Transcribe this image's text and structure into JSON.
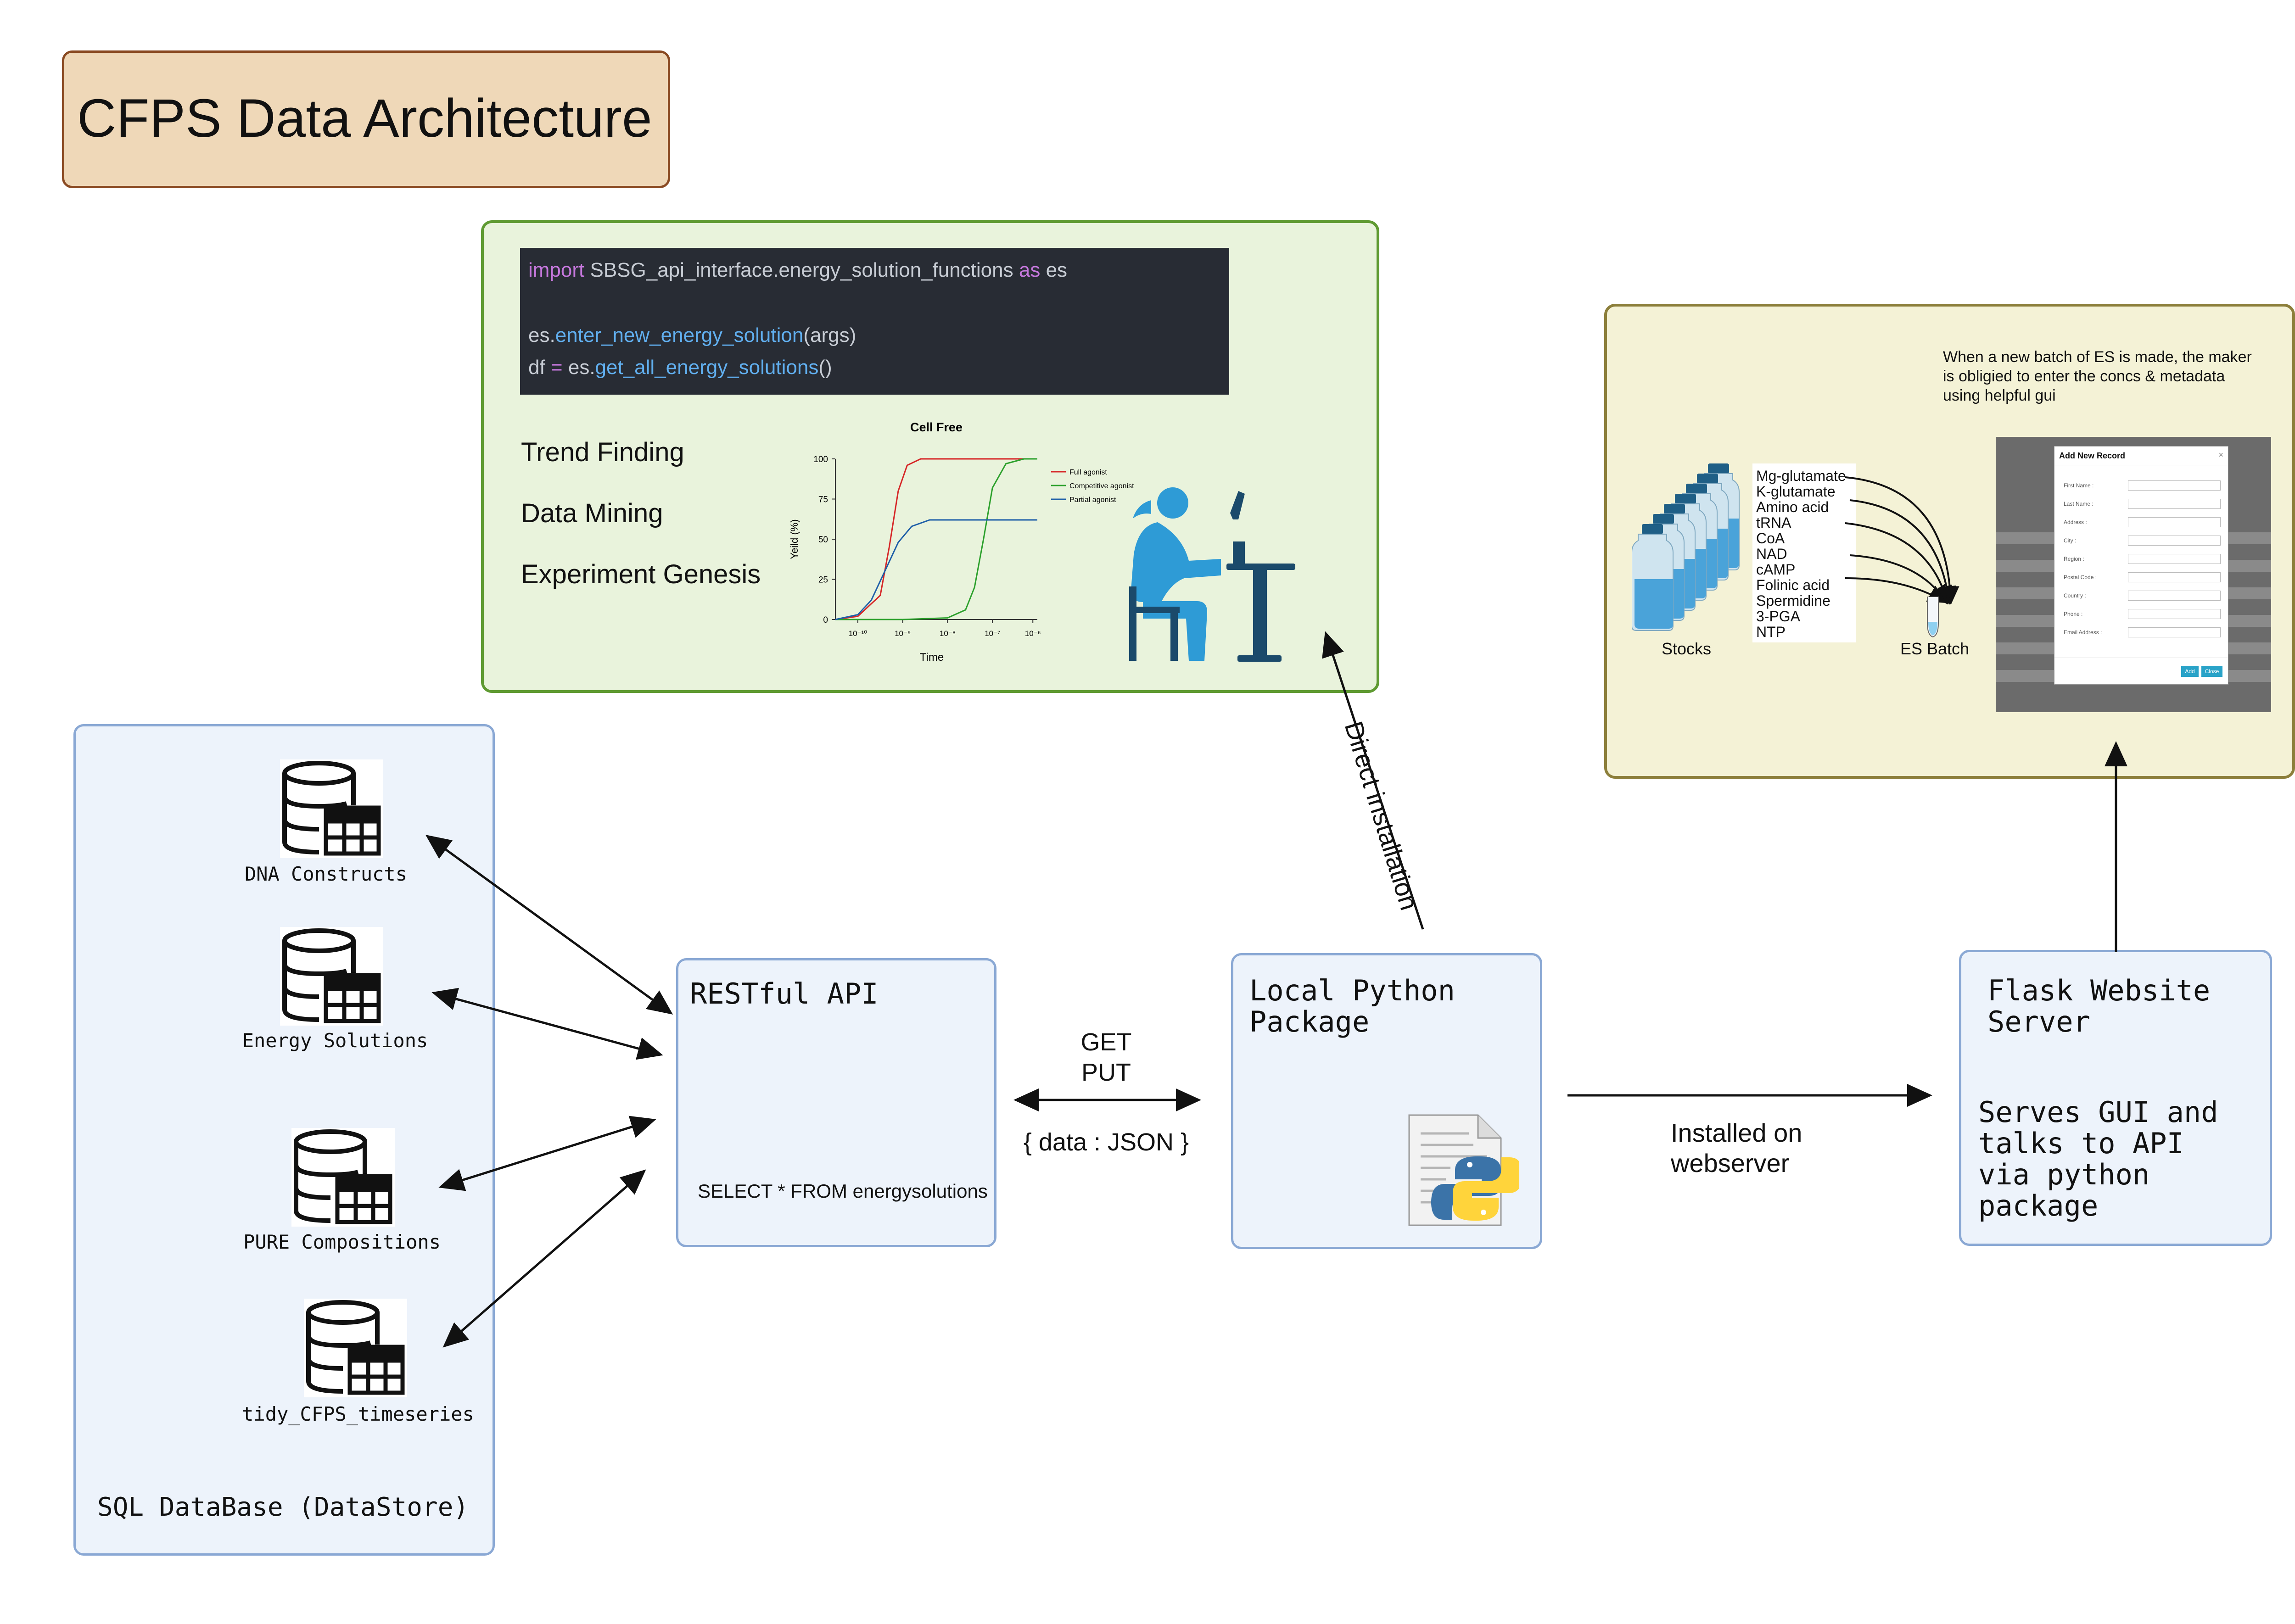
{
  "title": "CFPS Data Architecture",
  "analysis": {
    "code": {
      "line1_kw1": "import",
      "line1_mod": " SBSG_api_interface.energy_solution_functions ",
      "line1_kw2": "as",
      "line1_alias": " es",
      "line2_obj": "es.",
      "line2_fn": "enter_new_energy_solution",
      "line2_args": "(args)",
      "line3_lhs": "df ",
      "line3_op": "=",
      "line3_obj": " es.",
      "line3_fn": "get_all_energy_solutions",
      "line3_args": "()"
    },
    "items": [
      "Trend Finding",
      "Data Mining",
      "Experiment Genesis"
    ]
  },
  "chart_data": {
    "type": "line",
    "title": "Cell Free",
    "xlabel": "Time",
    "ylabel": "Yeild (%)",
    "x_scale": "log",
    "x_ticks": [
      "10⁻¹⁰",
      "10⁻⁹",
      "10⁻⁸",
      "10⁻⁷",
      "10⁻⁶"
    ],
    "y_ticks": [
      0,
      25,
      50,
      75,
      100
    ],
    "ylim": [
      0,
      100
    ],
    "legend_position": "top-right",
    "series": [
      {
        "name": "Full agonist",
        "color": "#d62728",
        "x": [
          -10.5,
          -10,
          -9.5,
          -9.3,
          -9.1,
          -8.9,
          -8.6,
          -8,
          -7,
          -6
        ],
        "values": [
          0,
          2,
          15,
          45,
          80,
          96,
          100,
          100,
          100,
          100
        ]
      },
      {
        "name": "Competitive agonist",
        "color": "#2ca02c",
        "x": [
          -10.5,
          -9,
          -8,
          -7.6,
          -7.4,
          -7.2,
          -7.0,
          -6.7,
          -6.3,
          -6
        ],
        "values": [
          0,
          0,
          1,
          6,
          20,
          50,
          82,
          97,
          100,
          100
        ]
      },
      {
        "name": "Partial agonist",
        "color": "#1f5fa8",
        "x": [
          -10.5,
          -10,
          -9.7,
          -9.4,
          -9.1,
          -8.8,
          -8.4,
          -8,
          -7,
          -6
        ],
        "values": [
          0,
          3,
          12,
          30,
          48,
          58,
          62,
          62,
          62,
          62
        ]
      }
    ]
  },
  "es_entry": {
    "note": "When a new batch of ES is made, the maker is obligied to enter the concs & metadata using helpful gui",
    "ingredients": [
      "Mg-glutamate",
      "K-glutamate",
      "Amino acid",
      "tRNA",
      "CoA",
      "NAD",
      "cAMP",
      "Folinic acid",
      "Spermidine",
      "3-PGA",
      "NTP"
    ],
    "stocks_label": "Stocks",
    "batch_label": "ES Batch",
    "gui": {
      "dialog_title": "Add New Record",
      "close": "×",
      "fields": [
        "First Name :",
        "Last Name :",
        "Address :",
        "City :",
        "Region :",
        "Postal Code :",
        "Country :",
        "Phone :",
        "Email Address :"
      ],
      "add_button": "Add",
      "close_button": "Close"
    }
  },
  "sql": {
    "label": "SQL DataBase (DataStore)",
    "tables": [
      "DNA Constructs",
      "Energy Solutions",
      "PURE Compositions",
      "tidy_CFPS_timeseries"
    ]
  },
  "api": {
    "title": "RESTful API",
    "query": "SELECT * FROM energysolutions"
  },
  "transport": {
    "method1": "GET",
    "method2": "PUT",
    "payload": "{ data : JSON }"
  },
  "package": {
    "title": "Local Python\nPackage"
  },
  "flask": {
    "title": "Flask Website\nServer",
    "description": "Serves GUI and\ntalks to API\nvia python\npackage"
  },
  "edges": {
    "direct_install": "Direct installation",
    "installed_line1": "Installed on",
    "installed_line2": "webserver"
  }
}
